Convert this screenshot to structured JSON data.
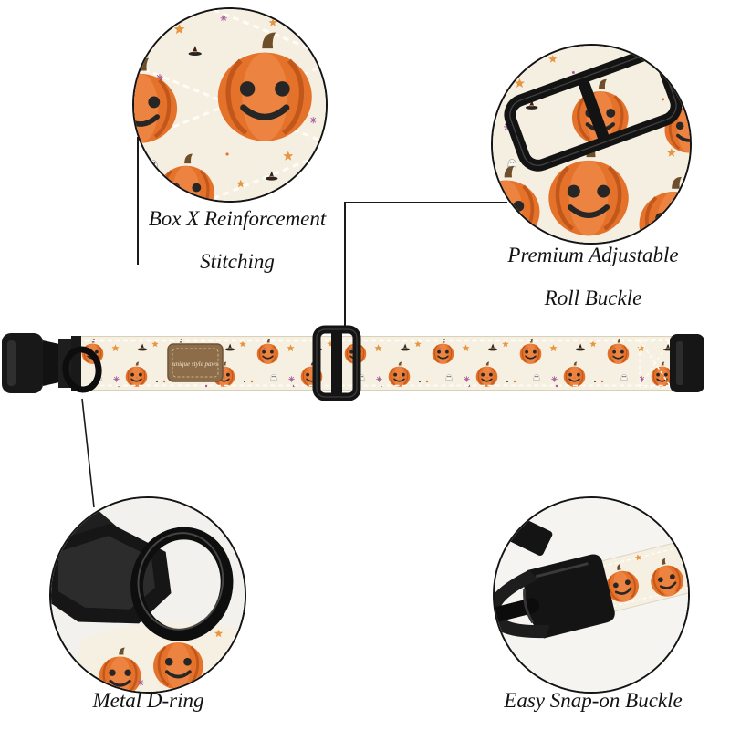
{
  "callouts": {
    "stitching": {
      "line1": "Box X Reinforcement",
      "line2": "Stitching"
    },
    "roll_buckle": {
      "line1": "Premium Adjustable",
      "line2": "Roll Buckle"
    },
    "d_ring": {
      "line1": "Metal D-ring"
    },
    "snap_buckle": {
      "line1": "Easy Snap-on Buckle"
    }
  },
  "collar": {
    "brand_tag_text": "unique style paws"
  },
  "colors": {
    "background": "#ffffff",
    "fabric_cream": "#f6f0e2",
    "pumpkin_orange": "#e4722a",
    "pumpkin_shadow": "#c2571b",
    "hardware_black": "#161616",
    "star_orange": "#e79540",
    "sparkle_purple": "#a45a9a",
    "tag_brown": "#8d6c4a",
    "label_text": "#121212",
    "leader_line": "#1a1a1a"
  }
}
